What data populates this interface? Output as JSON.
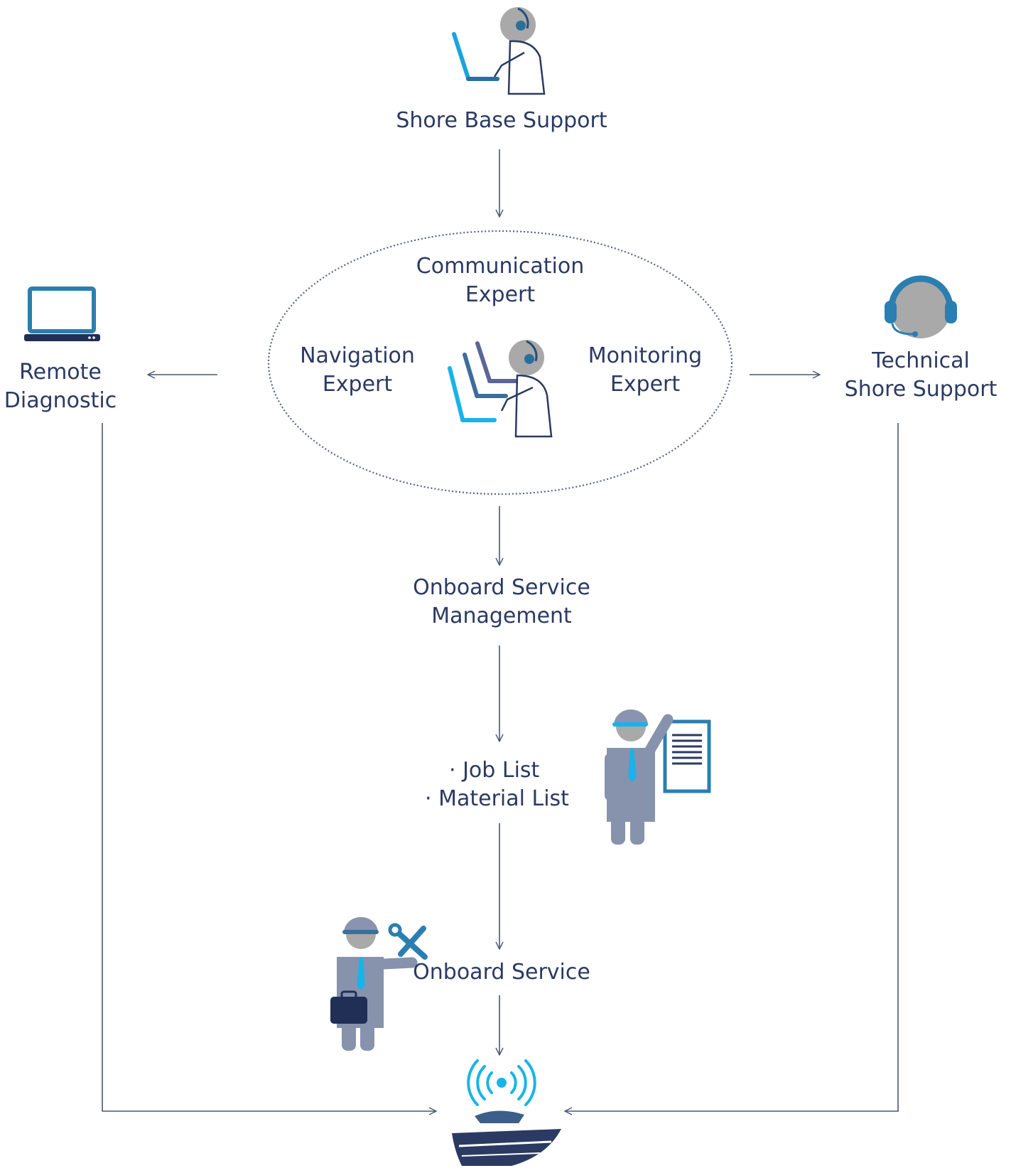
{
  "colors": {
    "navy": "#2b3a63",
    "line": "#4a5675",
    "accent": "#1ab3e8",
    "steel": "#3a6f9a",
    "gray": "#a9a9a9",
    "worker": "#8792ad"
  },
  "nodes": {
    "shore_base": {
      "label": "Shore Base Support",
      "icon": "operator-icon"
    },
    "hub": {
      "communication": [
        "Communication",
        "Expert"
      ],
      "navigation": [
        "Navigation",
        "Expert"
      ],
      "monitoring": [
        "Monitoring",
        "Expert"
      ],
      "icon": "multi-operator-icon"
    },
    "remote": {
      "lines": [
        "Remote",
        "Diagnostic"
      ],
      "icon": "laptop-icon"
    },
    "technical": {
      "lines": [
        "Technical",
        "Shore Support"
      ],
      "icon": "headset-icon"
    },
    "management": {
      "lines": [
        "Onboard Service",
        "Management"
      ]
    },
    "lists": {
      "items": [
        "Job List",
        "Material List"
      ],
      "icon": "engineer-clipboard-icon"
    },
    "onboard": {
      "label": "Onboard Service",
      "icon": "technician-wrench-icon"
    },
    "vessel": {
      "icon": "ship-signal-icon"
    }
  }
}
